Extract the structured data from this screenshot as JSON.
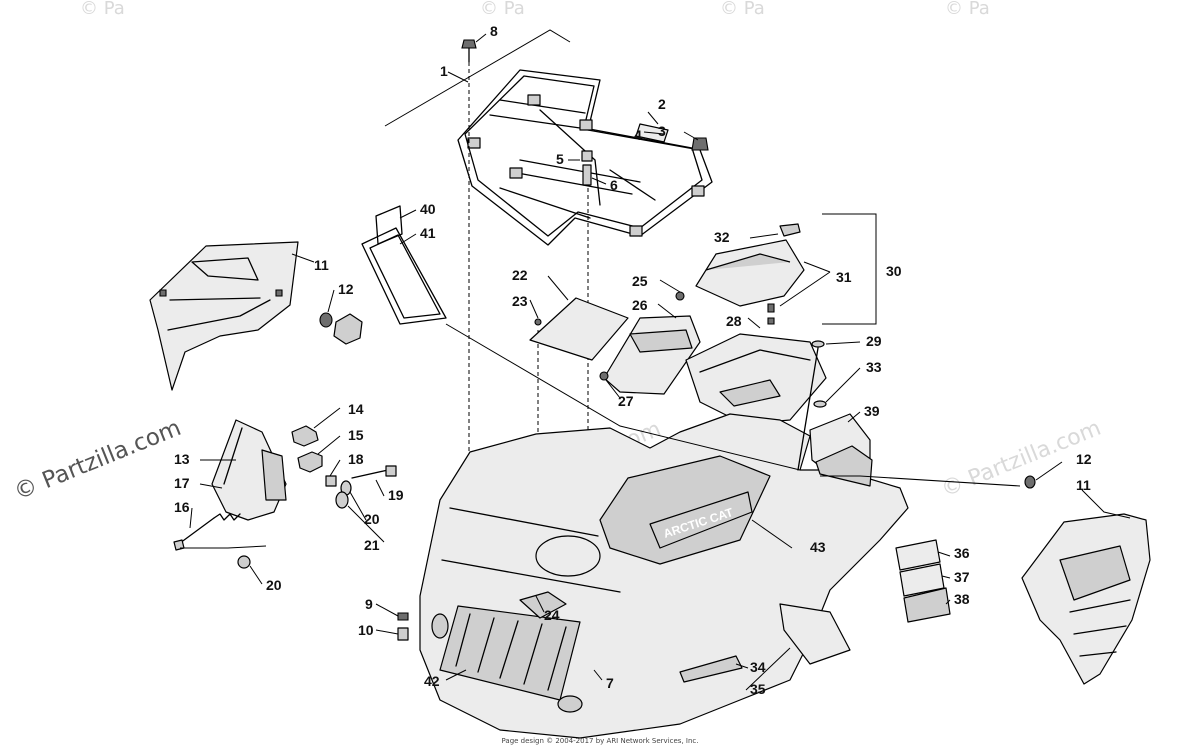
{
  "watermark": {
    "text": "© Partzilla.com",
    "corner_texts": [
      "© Pa",
      "© Pa",
      "© Pa",
      "© Pa"
    ]
  },
  "diagram_text": {
    "hood_logo": "ARCTIC CAT"
  },
  "callouts": [
    "1",
    "2",
    "3",
    "4",
    "5",
    "6",
    "7",
    "8",
    "9",
    "10",
    "11",
    "12",
    "13",
    "14",
    "15",
    "16",
    "17",
    "18",
    "19",
    "20",
    "21",
    "22",
    "23",
    "24",
    "25",
    "26",
    "27",
    "28",
    "29",
    "30",
    "31",
    "32",
    "33",
    "34",
    "35",
    "36",
    "37",
    "38",
    "39",
    "40",
    "41",
    "42",
    "43"
  ],
  "duplicate_callouts": [
    "11",
    "12",
    "20"
  ],
  "footer": {
    "text": "Page design © 2004-2017 by ARI Network Services, Inc."
  }
}
